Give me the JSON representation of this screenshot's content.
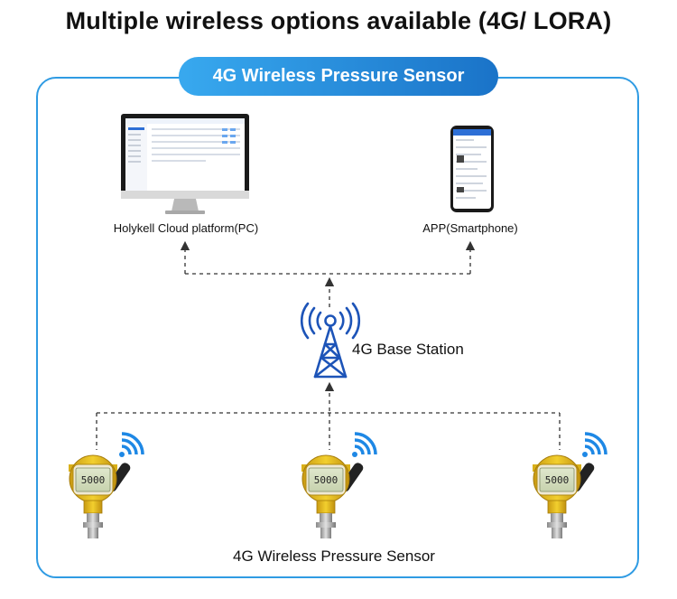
{
  "title": "Multiple wireless options available (4G/ LORA)",
  "badge": "4G Wireless Pressure Sensor",
  "nodes": {
    "pc_label": "Holykell Cloud platform(PC)",
    "app_label": "APP(Smartphone)",
    "station_label": "4G Base Station",
    "sensor_label": "4G Wireless Pressure Sensor"
  },
  "sensor_display": "5000",
  "colors": {
    "frame": "#2f9be3",
    "badge_start": "#38a9ef",
    "badge_end": "#1a73c8",
    "tower": "#1d54b8",
    "wifi": "#1e88e5",
    "sensor_body": "#e8c020"
  },
  "icons": [
    "desktop-monitor-icon",
    "smartphone-icon",
    "cell-tower-icon",
    "wifi-signal-icon",
    "pressure-sensor-icon"
  ]
}
